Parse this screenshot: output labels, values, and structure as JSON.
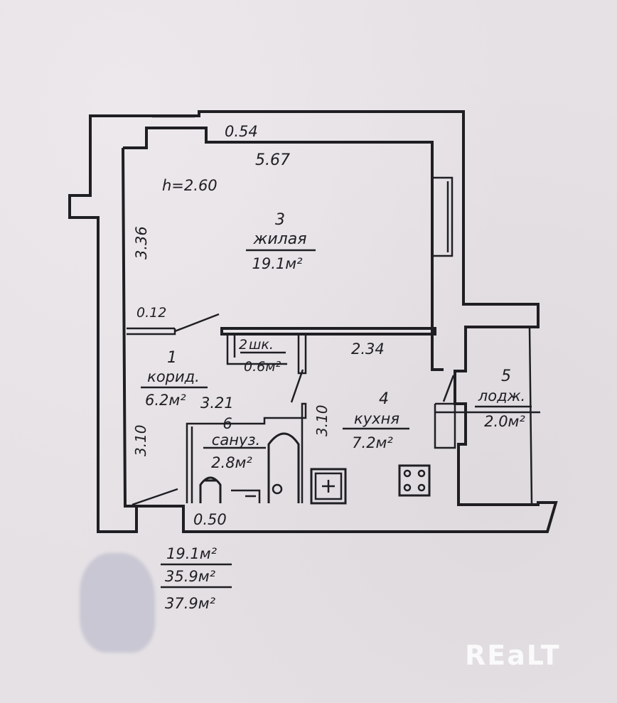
{
  "plan": {
    "ceiling_height": "h=2.60",
    "dims": {
      "top_wall": "0.54",
      "living_width": "5.67",
      "living_depth": "3.36",
      "partition": "0.12",
      "kitchen_width": "2.34",
      "corridor_width": "3.21",
      "kitchen_depth": "3.10",
      "corridor_depth": "3.10",
      "bottom_wall": "0.50"
    },
    "rooms": [
      {
        "num": "3",
        "name": "жилая",
        "area": "19.1м²"
      },
      {
        "num": "1",
        "name": "корид.",
        "area": "6.2м²"
      },
      {
        "num": "2",
        "name": "шк.",
        "area": "0.6м²"
      },
      {
        "num": "4",
        "name": "кухня",
        "area": "7.2м²"
      },
      {
        "num": "5",
        "name": "лодж.",
        "area": "2.0м²"
      },
      {
        "num": "6",
        "name": "сануз.",
        "area": "2.8м²"
      }
    ],
    "summary": {
      "living_area": "19.1м²",
      "total_area": "35.9м²",
      "total_with_loggia": "37.9м²"
    }
  },
  "watermark": "REaLT"
}
